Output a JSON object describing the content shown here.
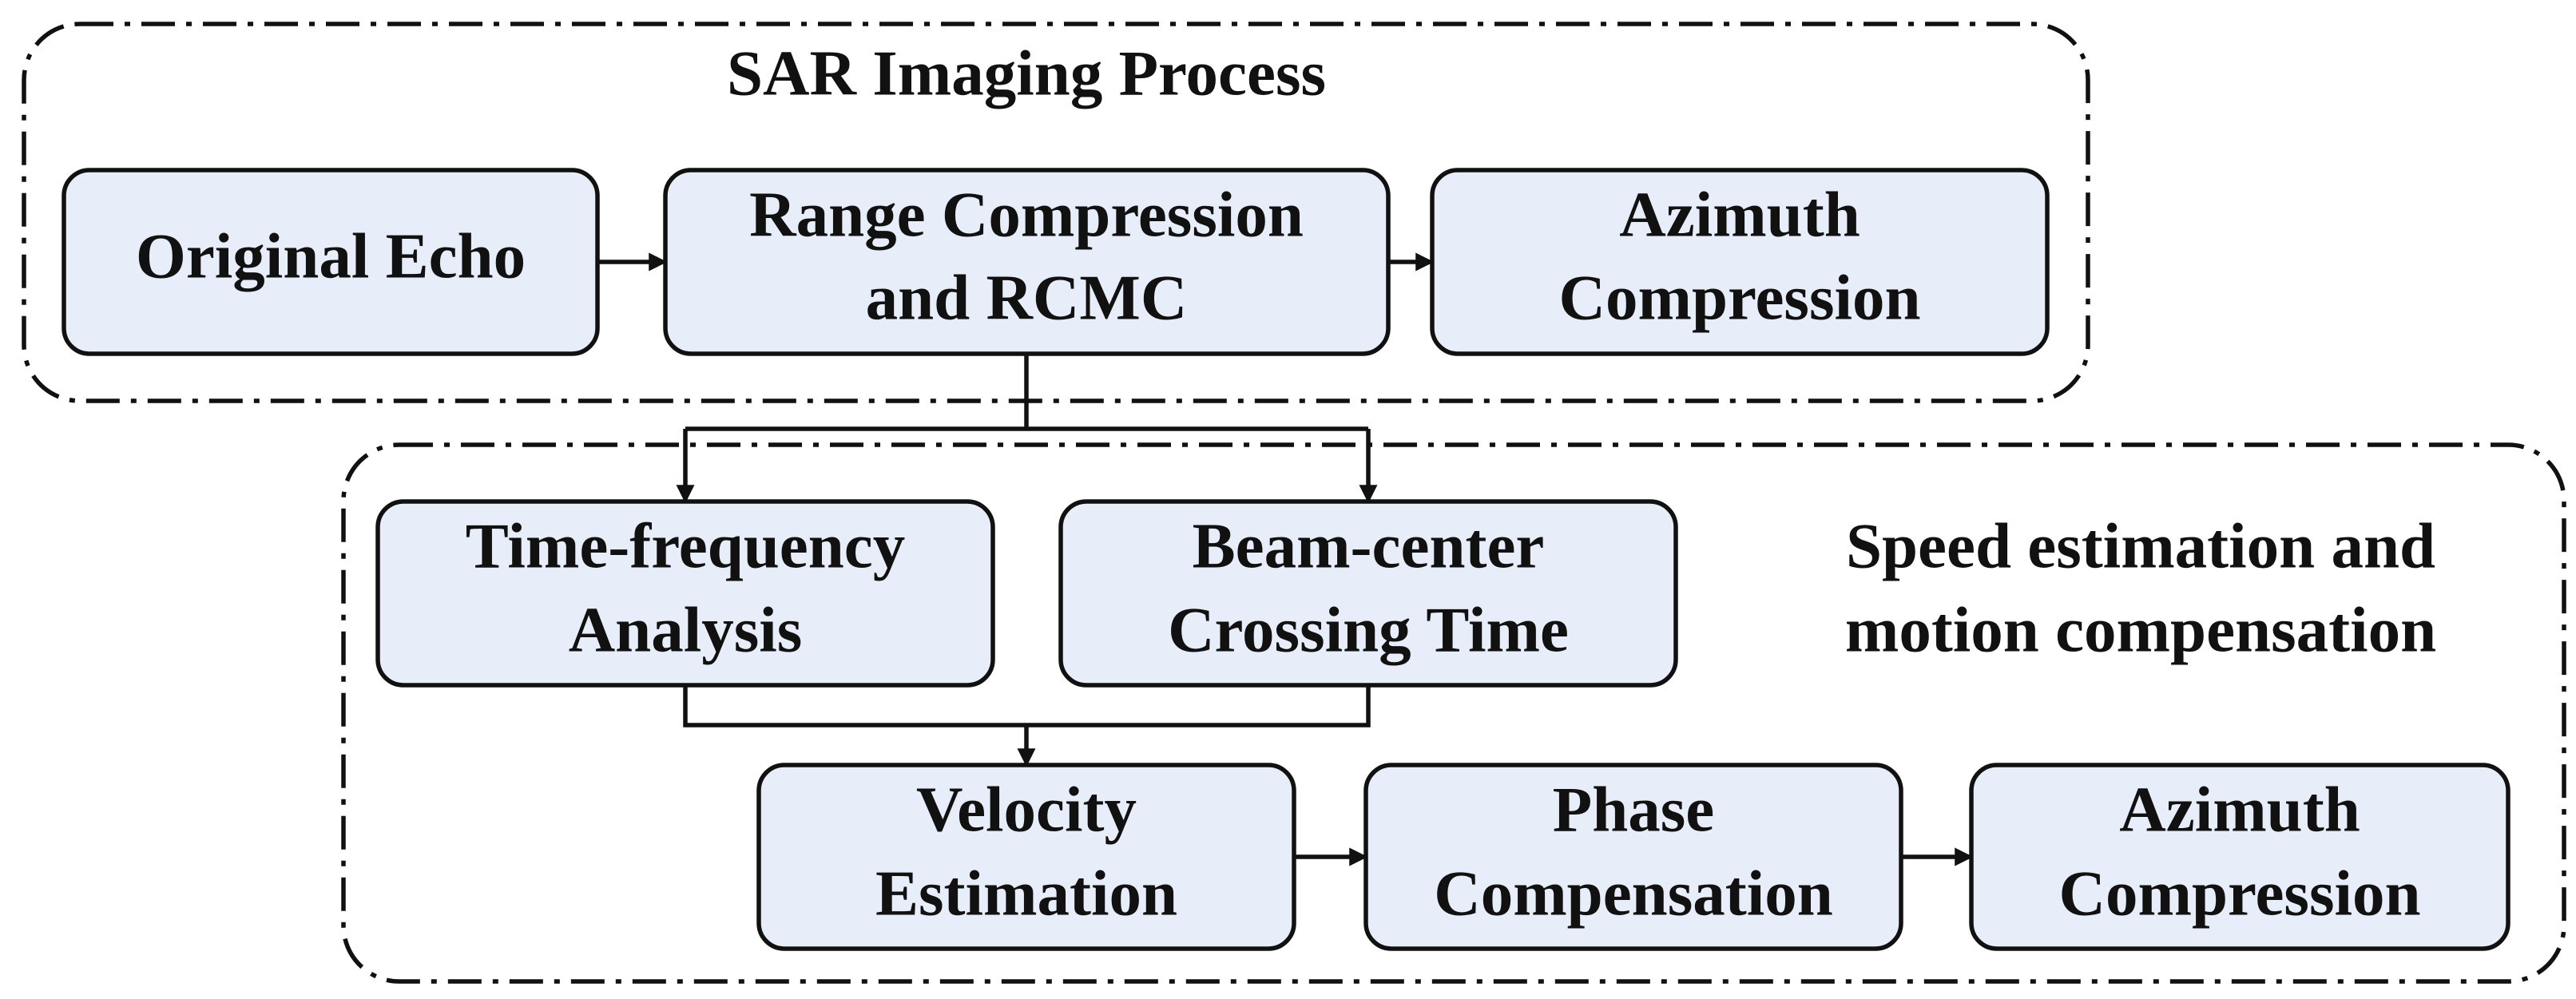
{
  "groups": {
    "sar": {
      "title": "SAR Imaging Process"
    },
    "speed": {
      "title_lines": [
        "Speed estimation and",
        "motion compensation"
      ]
    }
  },
  "nodes": {
    "original_echo": {
      "lines": [
        "Original Echo"
      ]
    },
    "range_compression": {
      "lines": [
        "Range Compression",
        "and RCMC"
      ]
    },
    "azimuth_compression_1": {
      "lines": [
        "Azimuth",
        "Compression"
      ]
    },
    "time_frequency": {
      "lines": [
        "Time-frequency",
        "Analysis"
      ]
    },
    "beam_center": {
      "lines": [
        "Beam-center",
        "Crossing Time"
      ]
    },
    "velocity_estimation": {
      "lines": [
        "Velocity",
        "Estimation"
      ]
    },
    "phase_compensation": {
      "lines": [
        "Phase",
        "Compensation"
      ]
    },
    "azimuth_compression_2": {
      "lines": [
        "Azimuth",
        "Compression"
      ]
    }
  },
  "colors": {
    "box_fill": "#e8eef9",
    "stroke": "#111111"
  }
}
